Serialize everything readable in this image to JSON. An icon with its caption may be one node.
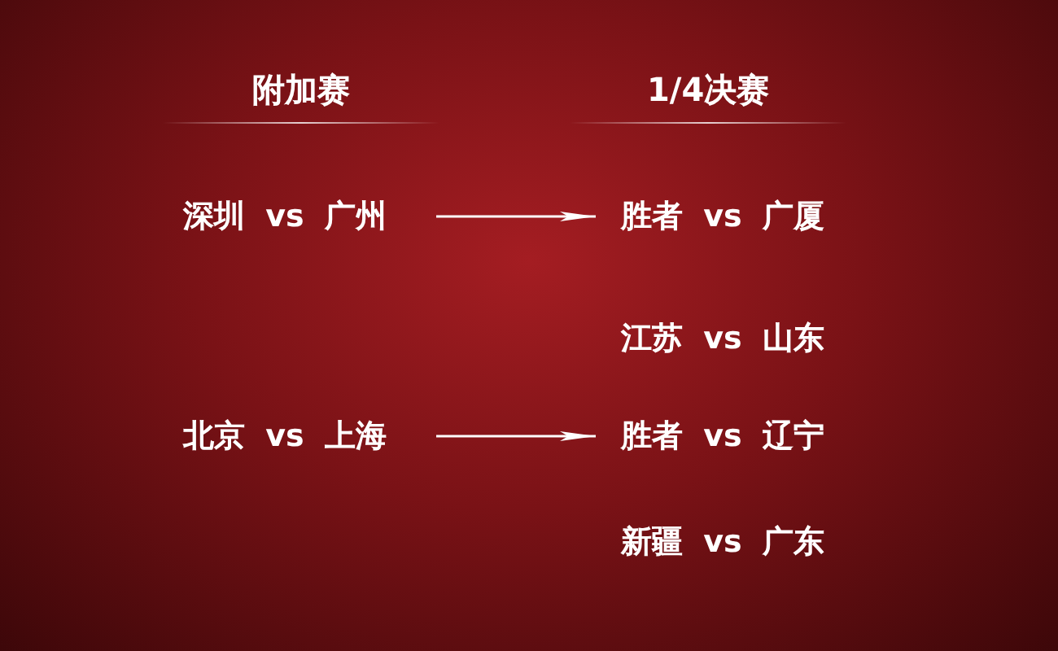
{
  "diagram": {
    "nodes": [
      {
        "text": [
          "深圳 vs 广州"
        ]
      },
      {
        "text": [
          "胜者 vs 广厦"
        ]
      },
      {
        "text": [
          "江苏 vs 山东"
        ]
      },
      {
        "text": [
          "北京 vs 上海"
        ]
      },
      {
        "text": [
          "胜者 vs 辽宁"
        ]
      },
      {
        "text": [
          "新疆 vs 广东"
        ]
      }
    ],
    "edges": [
      {
        "from": 0,
        "to": 1,
        "arrow": "to"
      },
      {
        "from": 3,
        "to": 4,
        "arrow": "to"
      }
    ],
    "labels": [
      "附加赛",
      "1/4决赛"
    ]
  }
}
